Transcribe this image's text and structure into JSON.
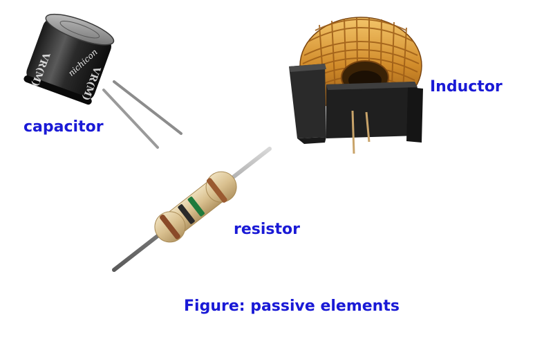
{
  "labels": {
    "capacitor": "capacitor",
    "inductor": "Inductor",
    "resistor": "resistor",
    "caption": "Figure: passive elements"
  },
  "capacitor_print": {
    "brand": "nichicon",
    "series": "VR(M)"
  },
  "colors": {
    "label": "#1a1ad6",
    "background": "#ffffff"
  }
}
